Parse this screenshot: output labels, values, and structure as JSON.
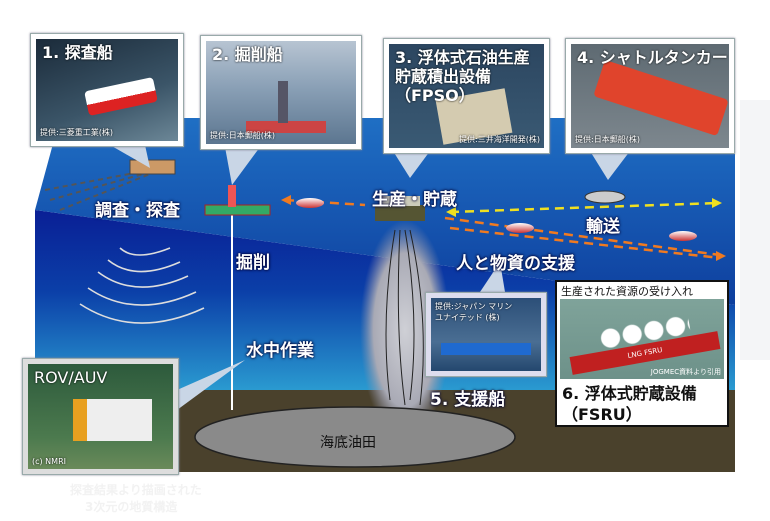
{
  "callouts": [
    {
      "title": "1. 探査船",
      "credit": "提供:三菱重工業(株)"
    },
    {
      "title": "2. 掘削船",
      "credit": "提供:日本郵船(株)"
    },
    {
      "title": "3. 浮体式石油生産\n貯蔵積出設備\n（FPSO）",
      "credit": "提供:三井海洋開発(株)"
    },
    {
      "title": "4. シャトルタンカー",
      "credit": "提供:日本郵船(株)"
    }
  ],
  "rov": {
    "title": "ROV/AUV",
    "credit": "(c) NMRI"
  },
  "support_ship": {
    "credit_line1": "提供:ジャパン マリン",
    "credit_line2": "ユナイテッド (株)",
    "label": "5. 支援船"
  },
  "fsru": {
    "header": "生産された資源の受け入れ",
    "credit": "JOGMEC資料より引用",
    "hull_text": "LNG FSRU",
    "title_line1": "6. 浮体式貯蔵設備",
    "title_line2": "（FSRU）"
  },
  "labels": {
    "survey": "調査・探査",
    "drilling": "掘削",
    "production": "生産・貯蔵",
    "transport": "輸送",
    "support": "人と物資の支援",
    "underwater": "水中作業",
    "oilfield": "海底油田"
  },
  "faint_caption": {
    "line1": "探査結果より描画された",
    "line2": "3次元の地質構造"
  },
  "colors": {
    "sea_surface": "#1a5fb0",
    "deep_sea": "#0a2a9a",
    "seabed": "#4a412c",
    "transport_arrow": "#f0e020",
    "support_arrow": "#f07a20"
  }
}
